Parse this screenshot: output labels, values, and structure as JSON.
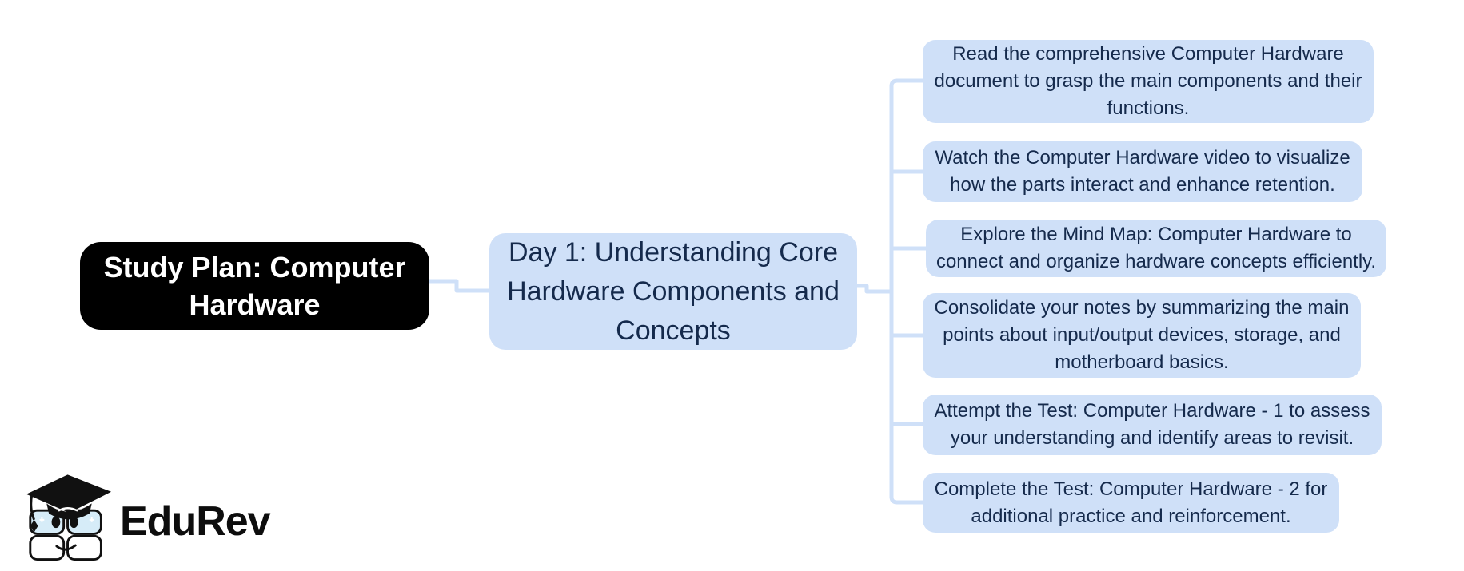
{
  "nodes": {
    "root": {
      "label": "Study Plan: Computer\nHardware"
    },
    "day": {
      "label": "Day 1: Understanding Core\nHardware Components and\nConcepts"
    },
    "tasks": [
      {
        "label": "Read the comprehensive Computer Hardware\ndocument to grasp the main components and their\nfunctions."
      },
      {
        "label": "Watch the Computer Hardware video to visualize\nhow the parts interact and enhance retention."
      },
      {
        "label": "Explore the Mind Map: Computer Hardware to\nconnect and organize hardware concepts efficiently."
      },
      {
        "label": "Consolidate your notes by summarizing the main\npoints about input/output devices, storage, and\nmotherboard basics."
      },
      {
        "label": "Attempt the Test: Computer Hardware - 1 to assess\nyour understanding and identify areas to revisit."
      },
      {
        "label": "Complete the Test: Computer Hardware - 2 for\nadditional practice and reinforcement."
      }
    ]
  },
  "branding": {
    "logo_text": "EduRev",
    "mascot_icon": "graduation-cap-books-mascot"
  },
  "colors": {
    "page_background": "#ffffff",
    "node_fill": "#cfe0f8",
    "node_text": "#152a4c",
    "root_fill": "#000000",
    "root_text": "#ffffff",
    "connector": "#cfe0f8",
    "logo_pages": "#d6ecf8",
    "logo_ink": "#0d0d0d"
  }
}
